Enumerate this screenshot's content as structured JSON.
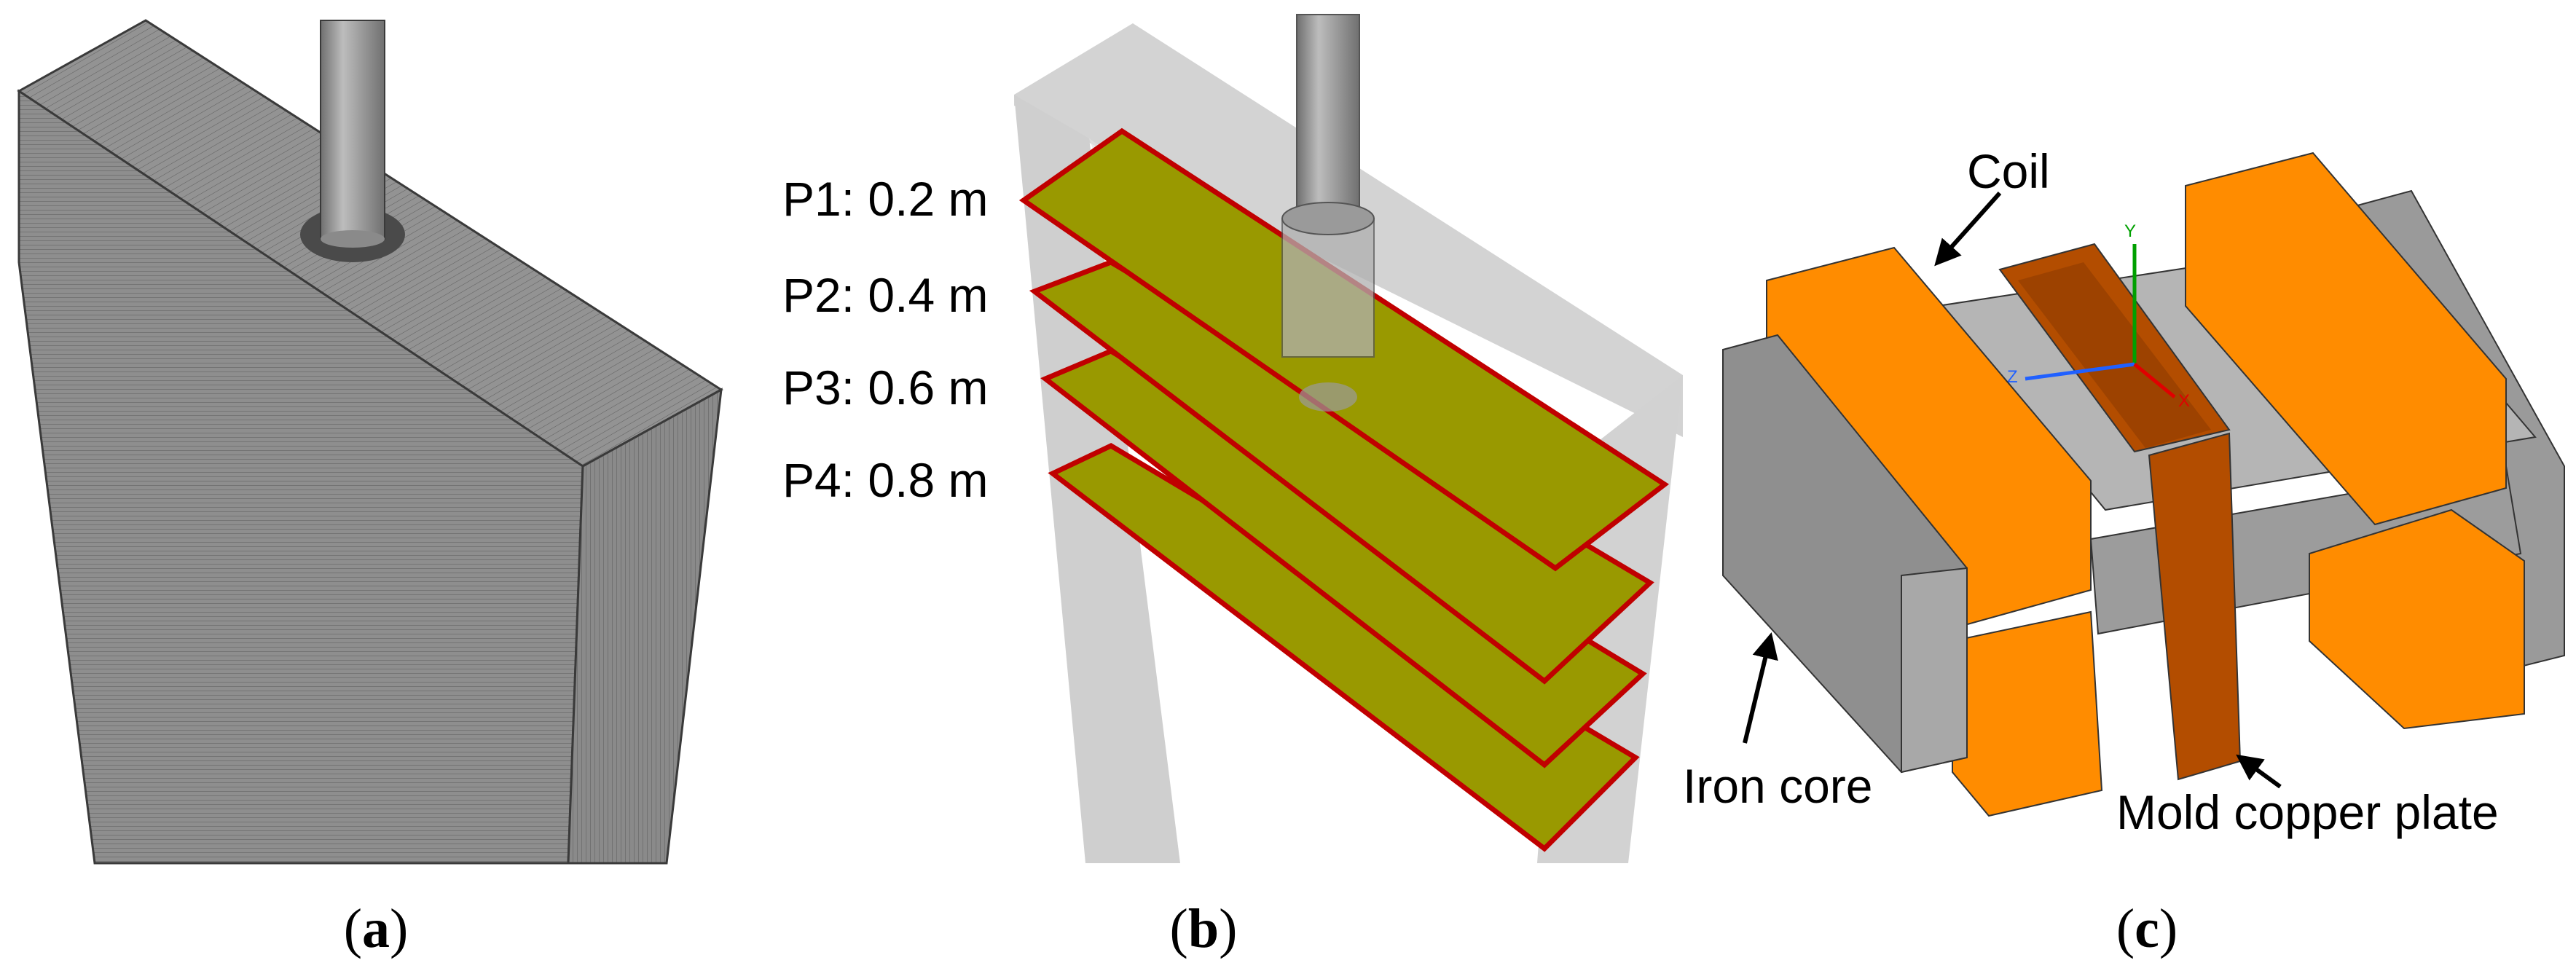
{
  "panels": {
    "a": {
      "caption_letter": "a"
    },
    "b": {
      "caption_letter": "b",
      "planes": [
        {
          "label": "P1: 0.2 m"
        },
        {
          "label": "P2: 0.4 m"
        },
        {
          "label": "P3: 0.6 m"
        },
        {
          "label": "P4: 0.8 m"
        }
      ]
    },
    "c": {
      "caption_letter": "c",
      "labels": {
        "coil": "Coil",
        "iron_core": "Iron core",
        "mold_copper_plate": "Mold copper plate"
      },
      "axes": {
        "y": "Y",
        "z": "Z",
        "x": "X"
      }
    }
  },
  "colors": {
    "mesh_gray": "#8c8c8c",
    "transparent_gray": "#d9d9d9",
    "plane_fill": "#999900",
    "plane_edge": "#c00000",
    "coil_orange": "#ff8c00",
    "core_gray": "#a6a6a6",
    "copper_brown": "#b34d00"
  }
}
